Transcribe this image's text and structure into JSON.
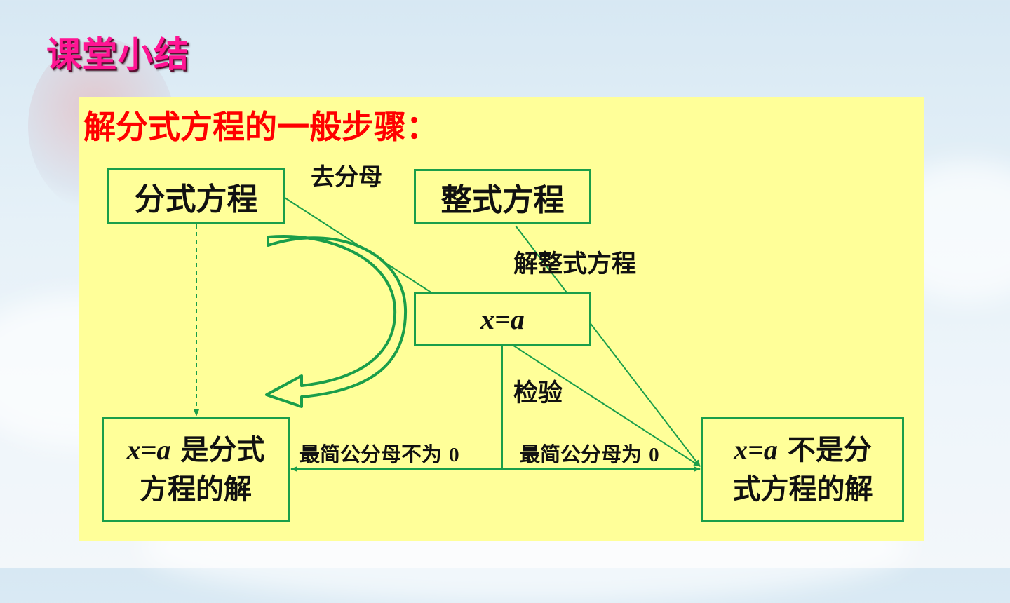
{
  "slide": {
    "title": "课堂小结"
  },
  "panel": {
    "heading": "解分式方程的一般步骤："
  },
  "boxes": {
    "fractional_equation": "分式方程",
    "integral_equation": "整式方程",
    "solution_var": "x=a",
    "is_solution": {
      "var": "x=a",
      "text1": "是分式",
      "text2": "方程的解"
    },
    "not_solution": {
      "var": "x=a",
      "text1": "不是分",
      "text2": "式方程的解"
    }
  },
  "labels": {
    "clear_denominator": "去分母",
    "solve_integral": "解整式方程",
    "check": "检验",
    "lcd_nonzero": {
      "text": "最简公分母不为",
      "num": "0"
    },
    "lcd_zero": {
      "text": "最简公分母为",
      "num": "0"
    }
  },
  "colors": {
    "title": "#ff1493",
    "heading": "#ff0000",
    "panel": "#ffff99",
    "line": "#1a9e4a"
  }
}
